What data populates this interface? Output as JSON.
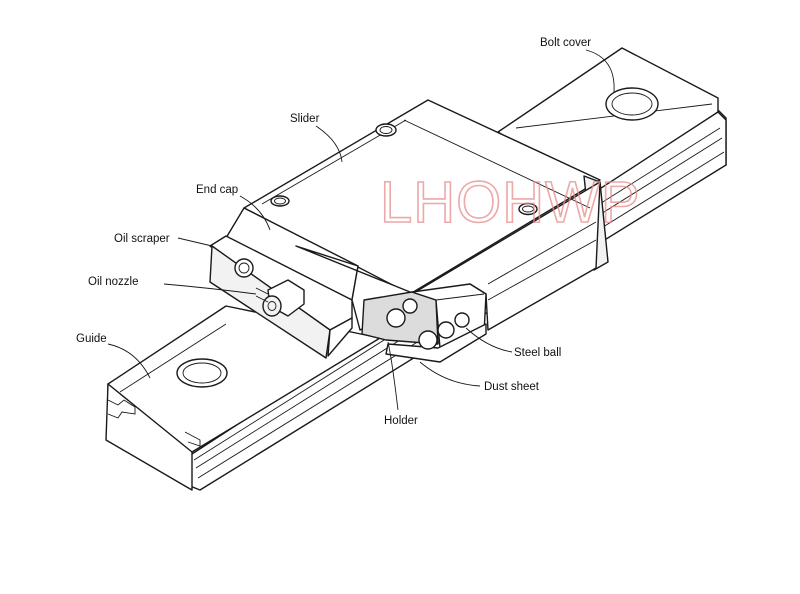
{
  "watermark": "LHOHWP",
  "labels": {
    "bolt_cover": "Bolt cover",
    "slider": "Slider",
    "end_cap": "End cap",
    "oil_scraper": "Oil scraper",
    "oil_nozzle": "Oil nozzle",
    "guide": "Guide",
    "steel_ball": "Steel ball",
    "dust_sheet": "Dust sheet",
    "holder": "Holder"
  },
  "colors": {
    "line": "#1a1a1a",
    "watermark": "#e88b8b"
  }
}
